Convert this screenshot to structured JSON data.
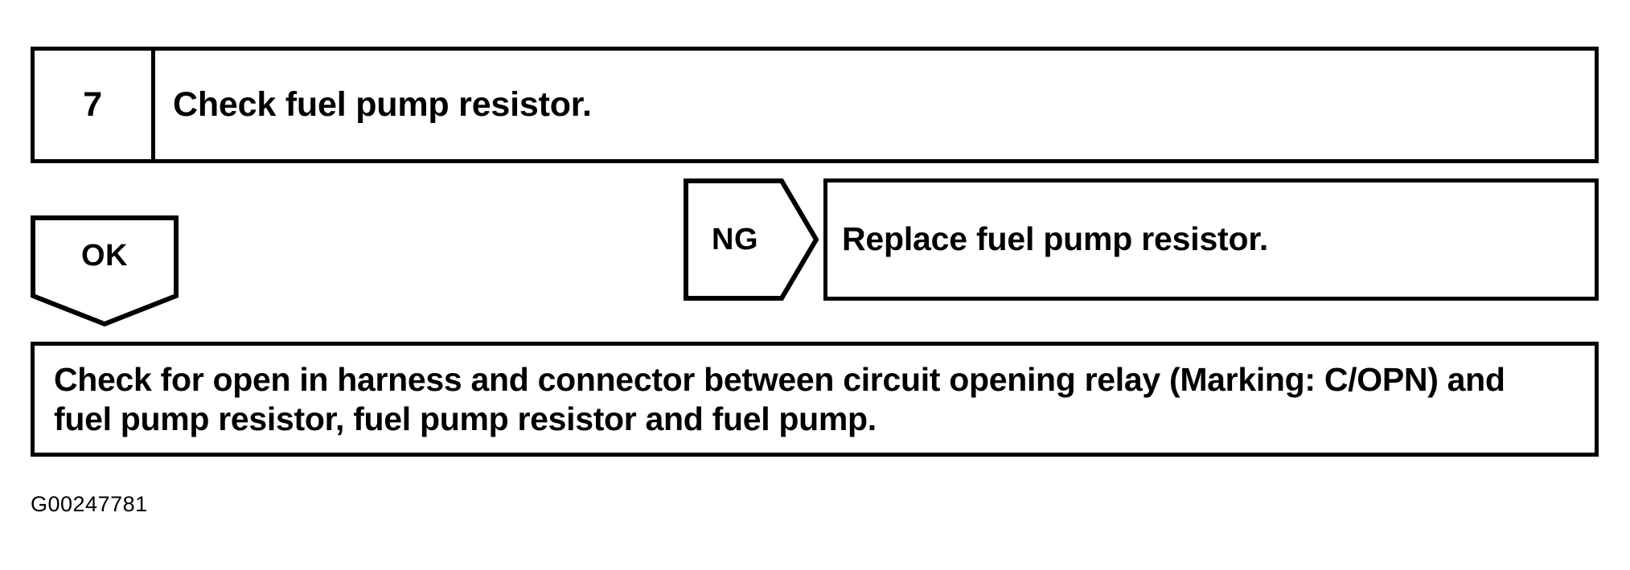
{
  "figure": {
    "id_label": "G00247781"
  },
  "step": {
    "number": "7",
    "instruction": "Check fuel pump resistor."
  },
  "branches": {
    "ok": {
      "label": "OK",
      "marker_shape": "down-pentagon-arrow",
      "result": {
        "lines": [
          "Check for open in harness and connector between circuit opening relay (Marking: C/OPN) and",
          "fuel pump resistor, fuel pump resistor and fuel pump."
        ]
      }
    },
    "ng": {
      "label": "NG",
      "marker_shape": "right-pentagon-arrow",
      "result": {
        "text": "Replace fuel pump resistor."
      }
    }
  },
  "style": {
    "line_color": "#000000",
    "background": "#ffffff",
    "text_color": "#000000"
  }
}
